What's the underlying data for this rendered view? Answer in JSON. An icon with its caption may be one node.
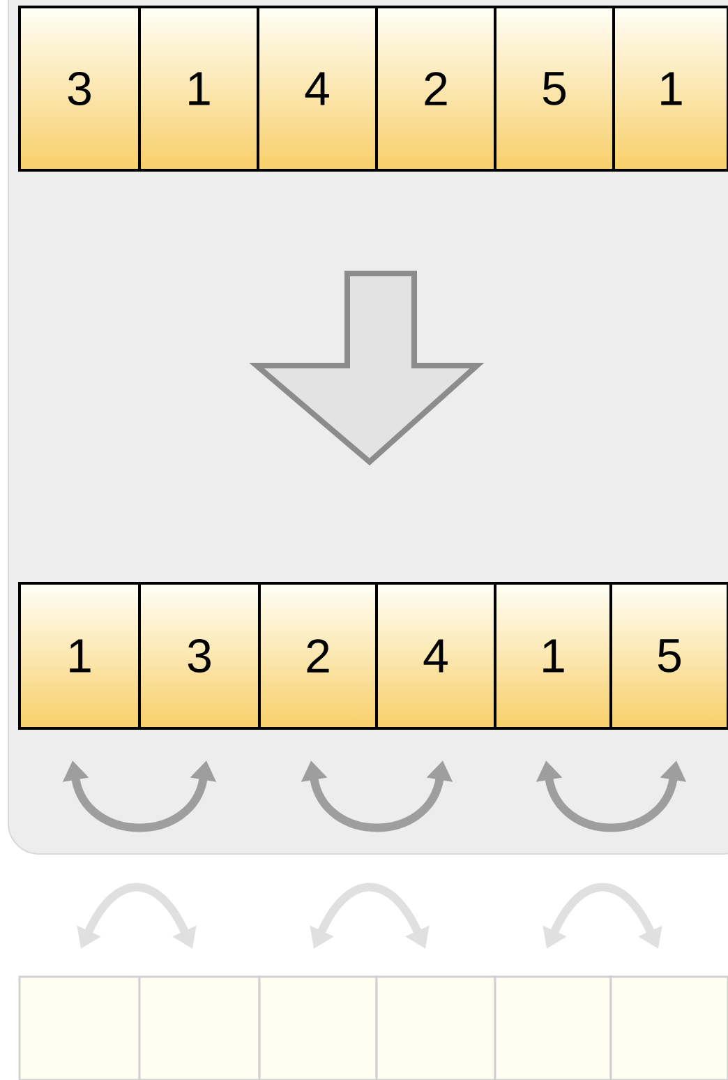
{
  "diagram": {
    "nodes": [
      {
        "text": [
          "3"
        ]
      },
      {
        "text": [
          "1"
        ]
      },
      {
        "text": [
          "4"
        ]
      },
      {
        "text": [
          "2"
        ]
      },
      {
        "text": [
          "5"
        ]
      },
      {
        "text": [
          "1"
        ]
      },
      {
        "text": [
          "1"
        ]
      },
      {
        "text": [
          "3"
        ]
      },
      {
        "text": [
          "2"
        ]
      },
      {
        "text": [
          "4"
        ]
      },
      {
        "text": [
          "1"
        ]
      },
      {
        "text": [
          "5"
        ]
      }
    ],
    "edges": [
      {
        "from": 6,
        "to": 7,
        "arrow": "both"
      },
      {
        "from": 8,
        "to": 9,
        "arrow": "both"
      },
      {
        "from": 10,
        "to": 11,
        "arrow": "both"
      }
    ]
  }
}
